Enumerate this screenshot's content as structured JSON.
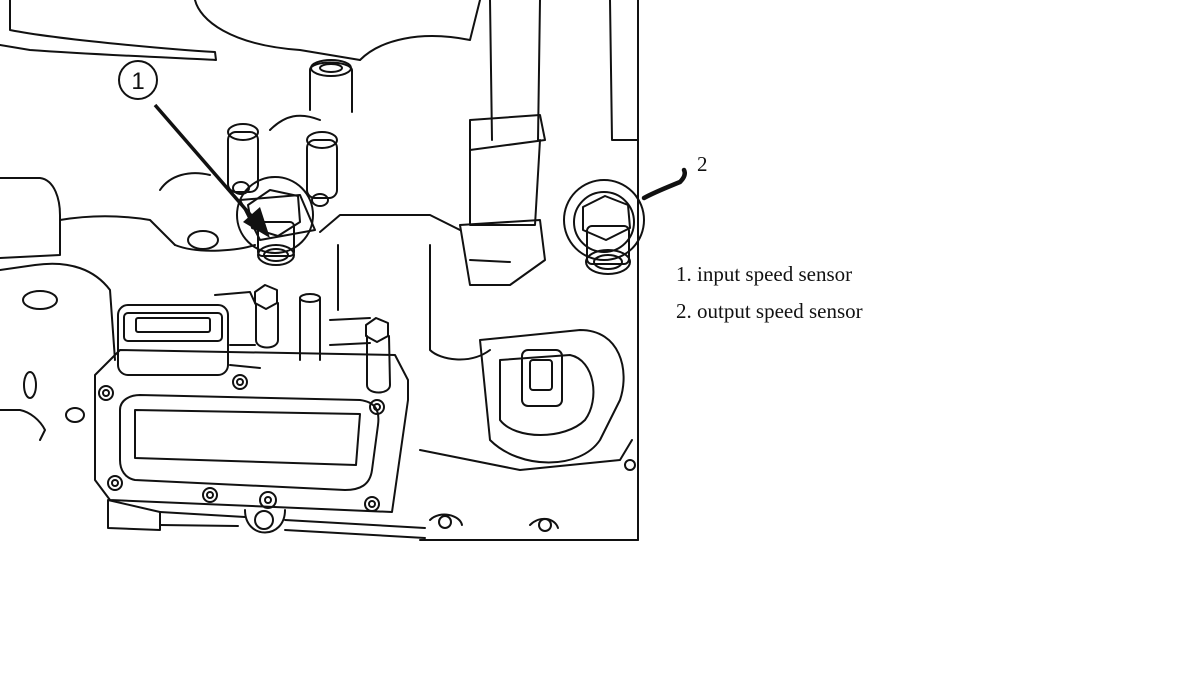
{
  "callouts": {
    "callout_1": "1",
    "callout_2": "2"
  },
  "legend": {
    "items": [
      "1. input speed sensor",
      "2. output speed sensor"
    ]
  },
  "colors": {
    "line": "#111111",
    "background": "#ffffff"
  }
}
